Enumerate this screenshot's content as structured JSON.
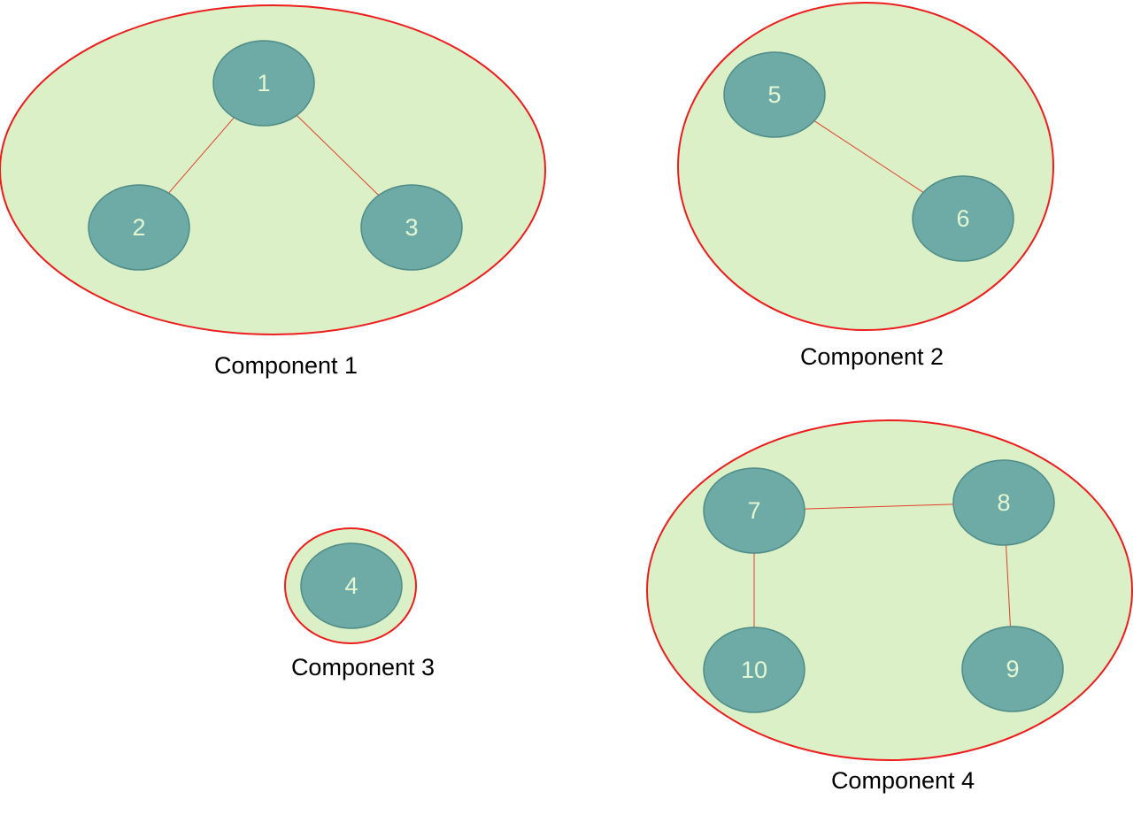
{
  "colors": {
    "component_fill": "#dbf0c6",
    "component_stroke": "#ee1c1c",
    "node_fill": "#6eaba7",
    "node_stroke": "#4f8c88",
    "node_text": "#e4f6d2",
    "edge": "#e0402a"
  },
  "components": [
    {
      "id": "c1",
      "label": "Component 1",
      "nodes": [
        "1",
        "2",
        "3"
      ]
    },
    {
      "id": "c2",
      "label": "Component 2",
      "nodes": [
        "5",
        "6"
      ]
    },
    {
      "id": "c3",
      "label": "Component 3",
      "nodes": [
        "4"
      ]
    },
    {
      "id": "c4",
      "label": "Component 4",
      "nodes": [
        "7",
        "8",
        "9",
        "10"
      ]
    }
  ],
  "nodes": [
    {
      "id": "1",
      "label": "1"
    },
    {
      "id": "2",
      "label": "2"
    },
    {
      "id": "3",
      "label": "3"
    },
    {
      "id": "4",
      "label": "4"
    },
    {
      "id": "5",
      "label": "5"
    },
    {
      "id": "6",
      "label": "6"
    },
    {
      "id": "7",
      "label": "7"
    },
    {
      "id": "8",
      "label": "8"
    },
    {
      "id": "9",
      "label": "9"
    },
    {
      "id": "10",
      "label": "10"
    }
  ],
  "edges": [
    {
      "from": "1",
      "to": "2"
    },
    {
      "from": "1",
      "to": "3"
    },
    {
      "from": "5",
      "to": "6"
    },
    {
      "from": "7",
      "to": "8"
    },
    {
      "from": "7",
      "to": "10"
    },
    {
      "from": "8",
      "to": "9"
    }
  ]
}
